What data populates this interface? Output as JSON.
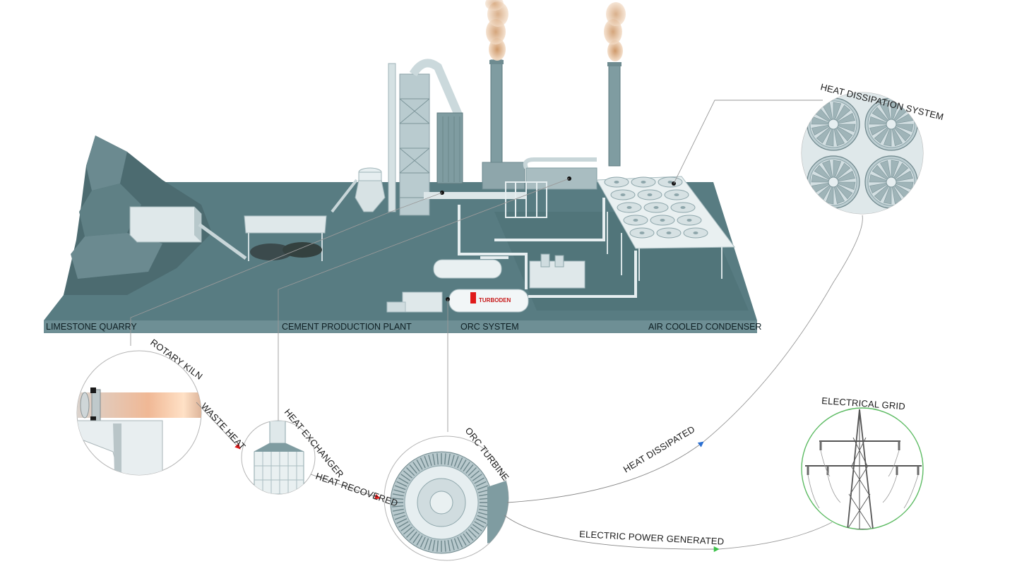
{
  "plant": {
    "zones": [
      {
        "label": "LIMESTONE QUARRY"
      },
      {
        "label": "CEMENT PRODUCTION PLANT"
      },
      {
        "label": "ORC SYSTEM"
      },
      {
        "label": "AIR COOLED CONDENSER"
      }
    ],
    "brand_label": "TURBODEN"
  },
  "nodes": {
    "rotary_kiln": {
      "label": "ROTARY KILN"
    },
    "heat_exchanger": {
      "label": "HEAT EXCHANGER"
    },
    "orc_turbine": {
      "label": "ORC TURBINE"
    },
    "heat_dissipation": {
      "label": "HEAT DISSIPATION SYSTEM"
    },
    "electrical_grid": {
      "label": "ELECTRICAL GRID"
    }
  },
  "flows": {
    "waste_heat": {
      "label": "WASTE HEAT",
      "color": "#e01b1b"
    },
    "heat_recovered": {
      "label": "HEAT RECOVERED",
      "color": "#e01b1b"
    },
    "heat_dissipated": {
      "label": "HEAT DISSIPATED",
      "color": "#2a6fd1"
    },
    "electric_power": {
      "label": "ELECTRIC POWER GENERATED",
      "color": "#3cc24a"
    }
  },
  "colors": {
    "ground": "#587c82",
    "ground_dark": "#3f5f64",
    "structure": "#8ea6ab",
    "structure_light": "#e6eef0",
    "smoke": "#d4a77a",
    "grid_ring": "#5dbb63"
  }
}
